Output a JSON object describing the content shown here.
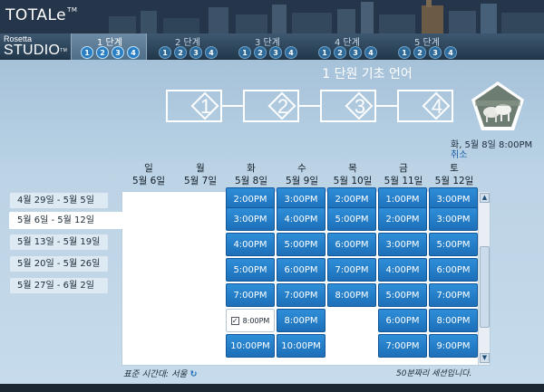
{
  "header": {
    "brand": "TOTALe",
    "brand_tm": "TM"
  },
  "logo": {
    "line1": "Rosetta",
    "line2": "STUDIO",
    "tm": "TM"
  },
  "stages": [
    {
      "label": "1 단계",
      "units": [
        "1",
        "2",
        "3",
        "4"
      ],
      "active": true
    },
    {
      "label": "2 단계",
      "units": [
        "1",
        "2",
        "3",
        "4"
      ],
      "active": false
    },
    {
      "label": "3 단계",
      "units": [
        "1",
        "2",
        "3",
        "4"
      ],
      "active": false
    },
    {
      "label": "4 단계",
      "units": [
        "1",
        "2",
        "3",
        "4"
      ],
      "active": false
    },
    {
      "label": "5 단계",
      "units": [
        "1",
        "2",
        "3",
        "4"
      ],
      "active": false
    }
  ],
  "progress": {
    "unit_title": "1 단원 기초 언어",
    "steps": [
      "1",
      "2",
      "3",
      "4"
    ],
    "datetime": "화, 5월 8일 8:00PM",
    "cancel": "취소"
  },
  "calendar": {
    "days": [
      {
        "dow": "일",
        "date": "5월 6일"
      },
      {
        "dow": "월",
        "date": "5월 7일"
      },
      {
        "dow": "화",
        "date": "5월 8일"
      },
      {
        "dow": "수",
        "date": "5월 9일"
      },
      {
        "dow": "목",
        "date": "5월 10일"
      },
      {
        "dow": "금",
        "date": "5월 11일"
      },
      {
        "dow": "토",
        "date": "5월 12일"
      }
    ],
    "weeks": [
      {
        "label": "4월 29일 - 5월 5일",
        "active": false
      },
      {
        "label": "5월 6일 - 5월 12일",
        "active": true
      },
      {
        "label": "5월 13일 - 5월 19일",
        "active": false
      },
      {
        "label": "5월 20일 - 5월 26일",
        "active": false
      },
      {
        "label": "5월 27일 - 6월 2일",
        "active": false
      }
    ],
    "columns": [
      [],
      [],
      [
        "2:00PM",
        "3:00PM",
        "4:00PM",
        "5:00PM",
        "7:00PM",
        "8:00PM",
        "10:00PM"
      ],
      [
        "3:00PM",
        "4:00PM",
        "5:00PM",
        "6:00PM",
        "7:00PM",
        "8:00PM",
        "10:00PM"
      ],
      [
        "2:00PM",
        "5:00PM",
        "6:00PM",
        "7:00PM",
        "8:00PM",
        "",
        ""
      ],
      [
        "1:00PM",
        "2:00PM",
        "3:00PM",
        "4:00PM",
        "5:00PM",
        "6:00PM",
        "7:00PM"
      ],
      [
        "3:00PM",
        "3:00PM",
        "5:00PM",
        "6:00PM",
        "7:00PM",
        "8:00PM",
        "9:00PM"
      ]
    ],
    "selected": {
      "column": 2,
      "row": 5
    },
    "timezone_label": "표준 시간대: 서울",
    "session_note": "50분짜리 세션입니다."
  }
}
